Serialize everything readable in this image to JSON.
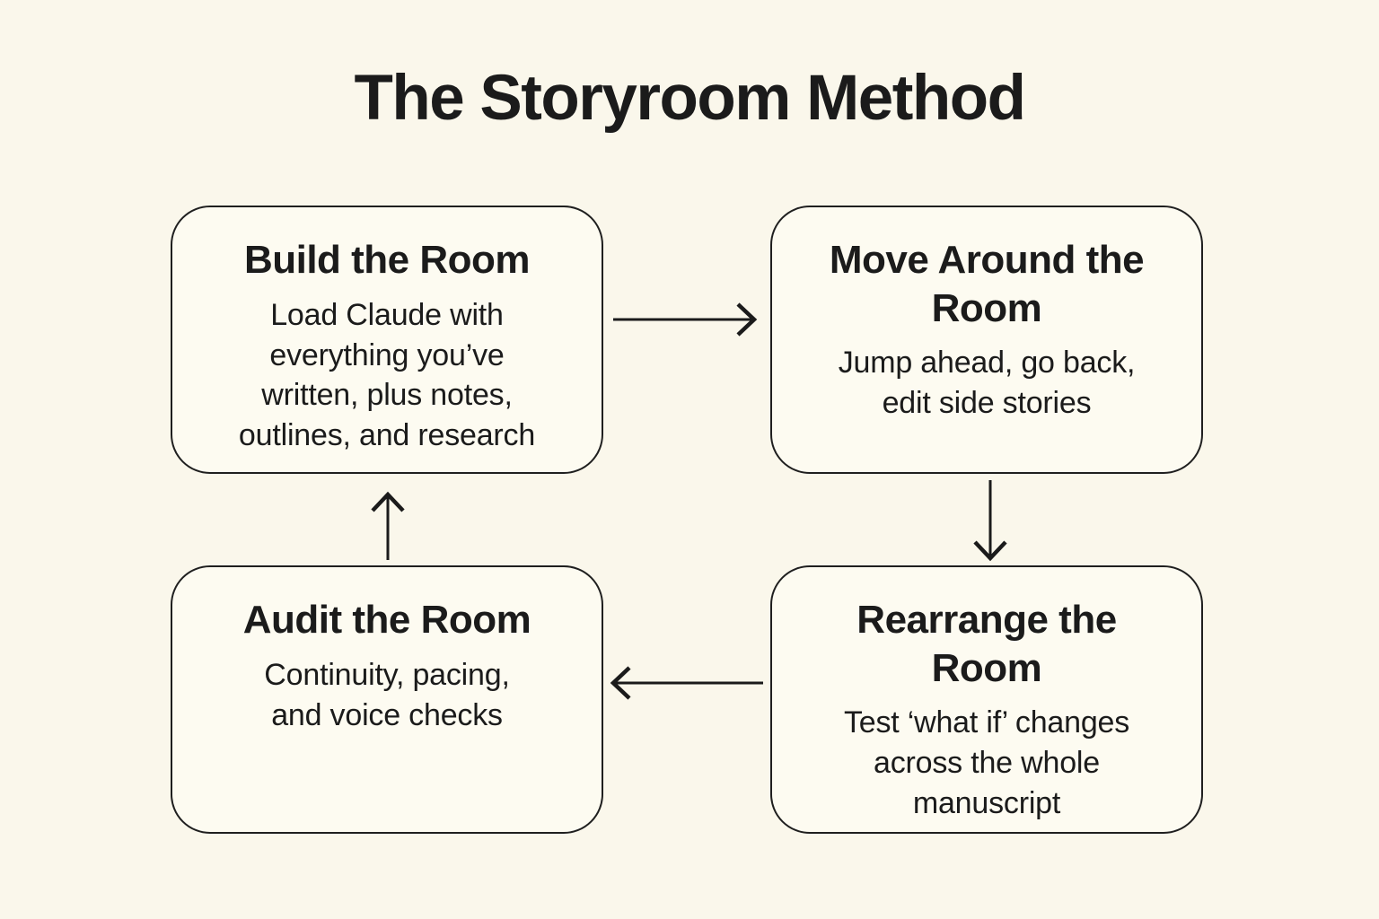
{
  "title": "The Storyroom Method",
  "colors": {
    "background": "#FAF7EB",
    "box_fill": "#FDFBF1",
    "stroke": "#1B1B1B",
    "text": "#1B1B1B"
  },
  "diagram": {
    "nodes": [
      {
        "id": "build",
        "title": "Build the Room",
        "title_lines": [
          "Build the Room"
        ],
        "body": "Load Claude with everything you’ve written, plus notes, outlines, and research",
        "body_lines": [
          "Load Claude with",
          "everything you’ve",
          "written, plus notes,",
          "outlines, and research"
        ]
      },
      {
        "id": "move",
        "title": "Move Around the Room",
        "title_lines": [
          "Move Around the",
          "Room"
        ],
        "body": "Jump ahead, go back, edit side stories",
        "body_lines": [
          "Jump ahead, go back,",
          "edit side stories"
        ]
      },
      {
        "id": "audit",
        "title": "Audit the Room",
        "title_lines": [
          "Audit the Room"
        ],
        "body": "Continuity, pacing, and voice checks",
        "body_lines": [
          "Continuity, pacing,",
          "and voice checks"
        ]
      },
      {
        "id": "rearrange",
        "title": "Rearrange the Room",
        "title_lines": [
          "Rearrange the",
          "Room"
        ],
        "body": "Test ‘what if’ changes across the whole manuscript",
        "body_lines": [
          "Test ‘what if’ changes",
          "across the whole",
          "manuscript"
        ]
      }
    ],
    "arrows": [
      {
        "from": "build",
        "to": "move",
        "direction": "right"
      },
      {
        "from": "move",
        "to": "rearrange",
        "direction": "down"
      },
      {
        "from": "rearrange",
        "to": "audit",
        "direction": "left"
      },
      {
        "from": "audit",
        "to": "build",
        "direction": "up"
      }
    ]
  }
}
